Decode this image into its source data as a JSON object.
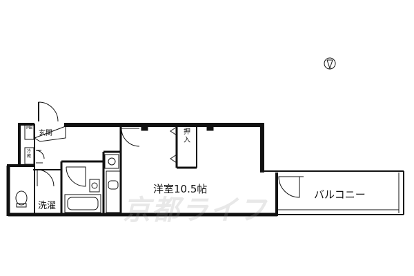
{
  "rooms": {
    "main_room": "洋室10.5帖",
    "balcony": "バルコニー",
    "laundry": "洗濯",
    "entrance": "玄関",
    "closet": "押入",
    "meter_box": "MB",
    "fridge_space": "冷蔵"
  },
  "compass": {
    "symbol": "N-icon"
  },
  "watermark": {
    "text": "京都ライフ"
  },
  "colors": {
    "wall": "#111111",
    "background": "#ffffff"
  }
}
